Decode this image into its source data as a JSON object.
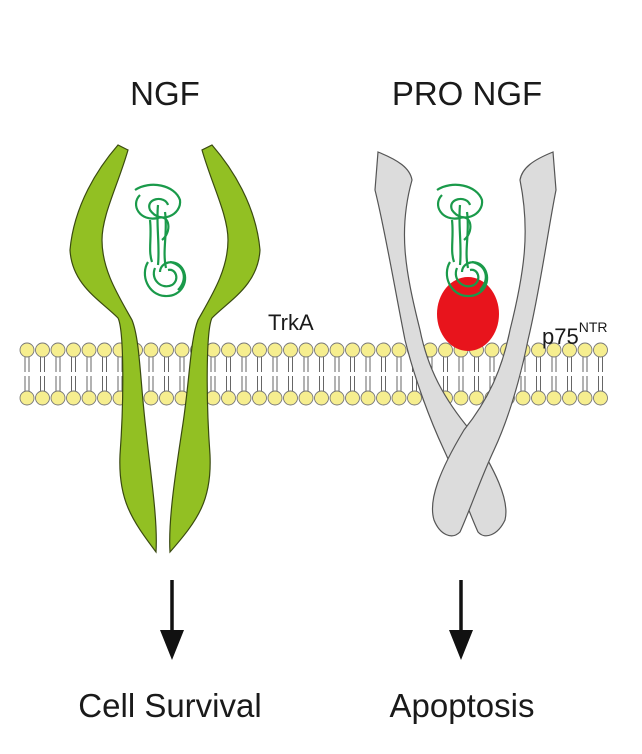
{
  "left": {
    "title": "NGF",
    "receptor": "TrkA",
    "outcome": "Cell Survival",
    "receptor_color": "#92c023",
    "ligand_color": "#1a9a4a"
  },
  "right": {
    "title": "PRO NGF",
    "receptor_base": "p75",
    "receptor_sup": "NTR",
    "outcome": "Apoptosis",
    "receptor_color": "#dcdcdc",
    "prodomain_color": "#e8141c",
    "ligand_color": "#1a9a4a"
  },
  "membrane": {
    "head_color": "#f6ee8f"
  }
}
